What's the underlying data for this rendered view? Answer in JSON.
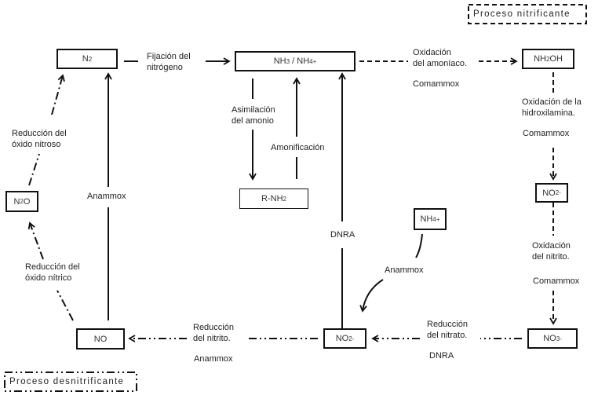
{
  "legend": {
    "nitrification": "Proceso nitrificante",
    "denitrification": "Proceso desnitrificante"
  },
  "nodes": {
    "n2": {
      "base": "N",
      "sub": "2",
      "rest": ""
    },
    "nh3_nh4": {
      "text1": "NH",
      "sub1": "3",
      "text2": " / NH",
      "sub2": "4",
      "sup2": "+"
    },
    "nh2oh": {
      "text1": "NH",
      "sub1": "2",
      "text2": "OH"
    },
    "no2_right": {
      "text": "NO",
      "sub": "2",
      "sup": "-"
    },
    "no3": {
      "text": "NO",
      "sub": "3",
      "sup": "-"
    },
    "no2_center": {
      "text": "NO",
      "sub": "2",
      "sup": "-"
    },
    "no": {
      "text": "NO"
    },
    "n2o": {
      "text1": "N",
      "sub1": "2",
      "text2": "O"
    },
    "r_nh2": {
      "text": "R-NH",
      "sub": "2"
    },
    "nh4": {
      "text": "NH",
      "sub": "4",
      "sup": "+"
    }
  },
  "labels": {
    "fixation": [
      "Fijación del",
      "nitrógeno"
    ],
    "ammonia_oxidation": [
      "Oxidación",
      "del amoníaco."
    ],
    "comammox_1": "Comammox",
    "hydroxylamine_oxidation": [
      "Oxidación de la",
      "hidroxilamina."
    ],
    "comammox_2": "Comammox",
    "nitrite_oxidation": [
      "Oxidación",
      "del nitrito."
    ],
    "comammox_3": "Comammox",
    "ammonium_assimilation": [
      "Asimilación",
      "del amonio"
    ],
    "ammonification": "Amonificación",
    "dnra_vertical": "DNRA",
    "anammox_curve": "Anammox",
    "nitrate_reduction": [
      "Reducción",
      "del nitrato."
    ],
    "dnra_bottom": "DNRA",
    "nitrite_reduction": [
      "Reducción",
      "del nitrito."
    ],
    "anammox_bottom": "Anammox",
    "anammox_left": "Anammox",
    "nitrous_oxide_reduction": [
      "Reducción del",
      "óxido nitroso"
    ],
    "nitric_oxide_reduction": [
      "Reducción del",
      "óxido nítrico"
    ]
  }
}
